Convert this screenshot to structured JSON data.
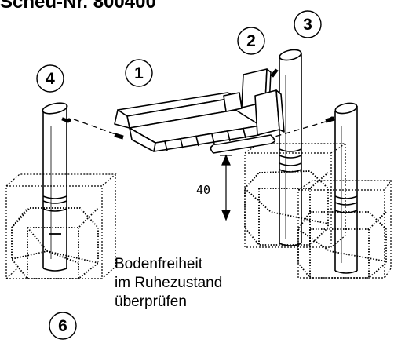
{
  "header": {
    "text": "Scheu-Nr. 800400"
  },
  "callouts": [
    {
      "number": "1"
    },
    {
      "number": "2"
    },
    {
      "number": "3"
    },
    {
      "number": "4"
    },
    {
      "number": "6"
    }
  ],
  "dimension": {
    "value": "40"
  },
  "note": {
    "line1": "Bodenfreiheit",
    "line2": "im Ruhezustand",
    "line3": "überprüfen"
  }
}
